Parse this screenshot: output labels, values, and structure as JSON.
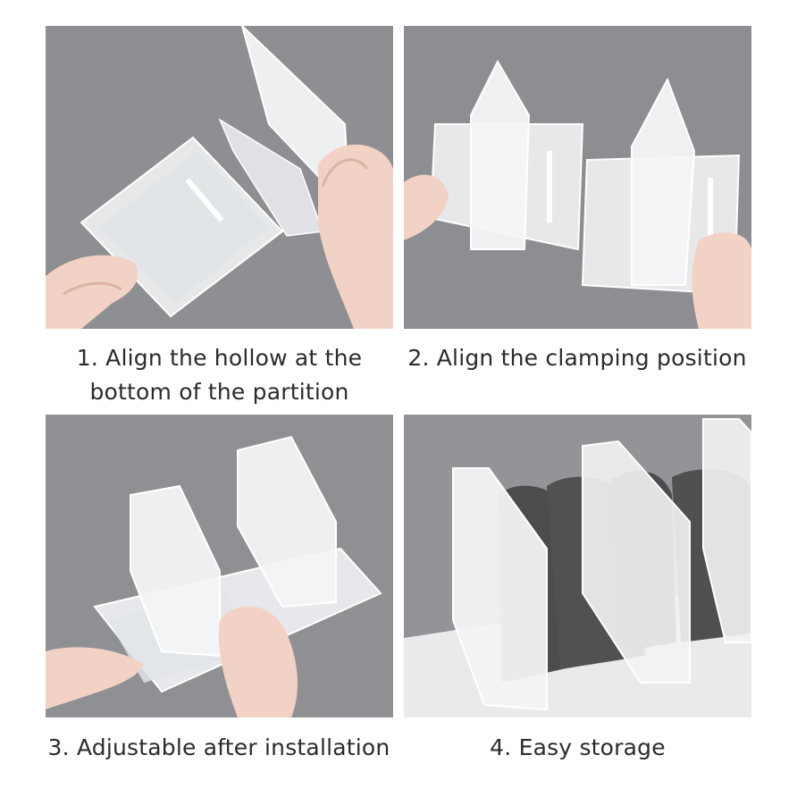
{
  "steps": [
    {
      "number": "1.",
      "line1": "1. Align the hollow at the",
      "line2": "bottom of the partition"
    },
    {
      "number": "2.",
      "line1": "2. Align the clamping position"
    },
    {
      "number": "3.",
      "line1": "3. Adjustable after installation"
    },
    {
      "number": "4.",
      "line1": "4. Easy storage"
    }
  ],
  "colors": {
    "background_gray": "#8f9093",
    "plastic": "#eef0f2",
    "sock_gray": "#4a4b4d",
    "skin": "#f1d2c4"
  }
}
